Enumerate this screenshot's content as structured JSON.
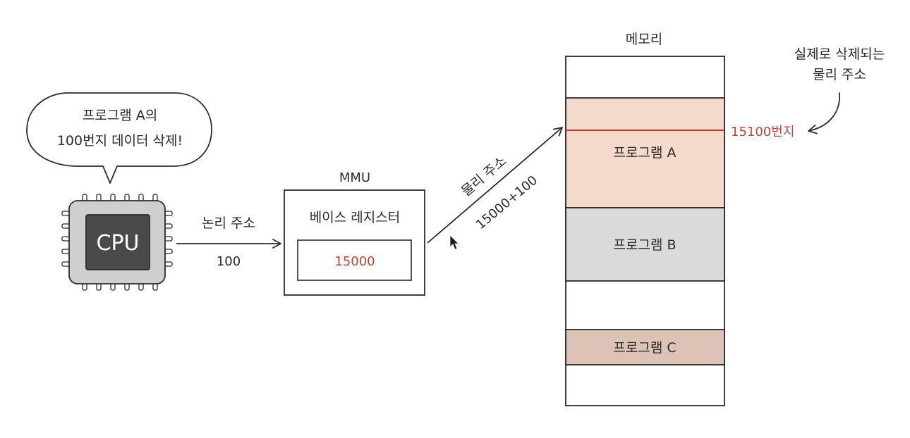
{
  "speech_bubble": {
    "line1": "프로그램 A의",
    "line2": "100번지 데이터 삭제!"
  },
  "cpu": {
    "label": "CPU"
  },
  "logical_address": {
    "label": "논리 주소",
    "value": "100"
  },
  "mmu": {
    "title": "MMU",
    "register_label": "베이스 레지스터",
    "register_value": "15000"
  },
  "physical_address": {
    "label": "물리 주소",
    "expression": "15000+100"
  },
  "memory": {
    "title": "메모리",
    "programs": [
      {
        "label": "프로그램 A",
        "color": "#f5d9ca"
      },
      {
        "label": "프로그램 B",
        "color": "#dadada"
      },
      {
        "label": "프로그램 C",
        "color": "#dcc3b5"
      }
    ],
    "marked_address": "15100번지",
    "annotation_line1": "실제로 삭제되는",
    "annotation_line2": "물리 주소"
  },
  "colors": {
    "highlight_red": "#b5473a",
    "cpu_chip": "#4a4a4a",
    "cpu_body": "#cfcfcf",
    "stroke": "#2b2b2b"
  }
}
